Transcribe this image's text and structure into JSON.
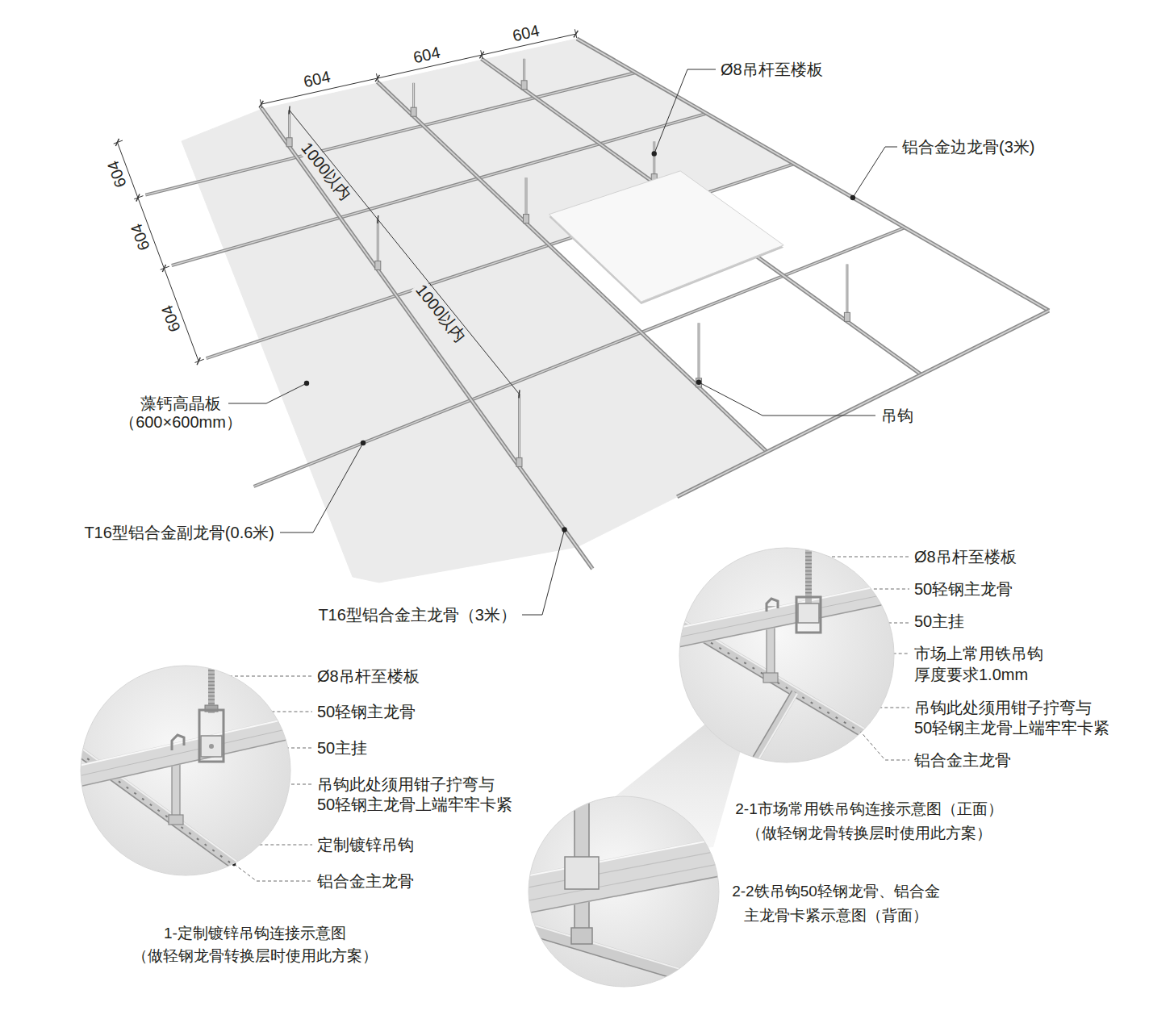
{
  "diagram": {
    "labels": [
      "604",
      "604",
      "604",
      "604",
      "604",
      "604",
      "1000以内",
      "1000以内",
      "Ø8吊杆至楼板",
      "铝合金边龙骨(3米)",
      "吊钩",
      "藻钙高晶板 （600×600mm）",
      "T16型铝合金副龙骨(0.6米)",
      "T16型铝合金主龙骨（3米）",
      "Ø8吊杆至楼板",
      "50轻钢主龙骨",
      "50主挂",
      "吊钩此处须用钳子拧弯与 50轻钢主龙骨上端牢牢卡紧",
      "定制镀锌吊钩",
      "铝合金主龙骨",
      "1-定制镀锌吊钩连接示意图 （做轻钢龙骨转换层时使用此方案）",
      "Ø8吊杆至楼板",
      "50轻钢主龙骨",
      "50主挂",
      "市场上常用铁吊钩 厚度要求1.0mm",
      "吊钩此处须用钳子拧弯与 50轻钢主龙骨上端牢牢卡紧",
      "铝合金主龙骨",
      "2-1市场常用铁吊钩连接示意图（正面） （做轻钢龙骨转换层时使用此方案）",
      "2-2铁吊钩50轻钢龙骨、铝合金 主龙骨卡紧示意图（背面）"
    ]
  }
}
